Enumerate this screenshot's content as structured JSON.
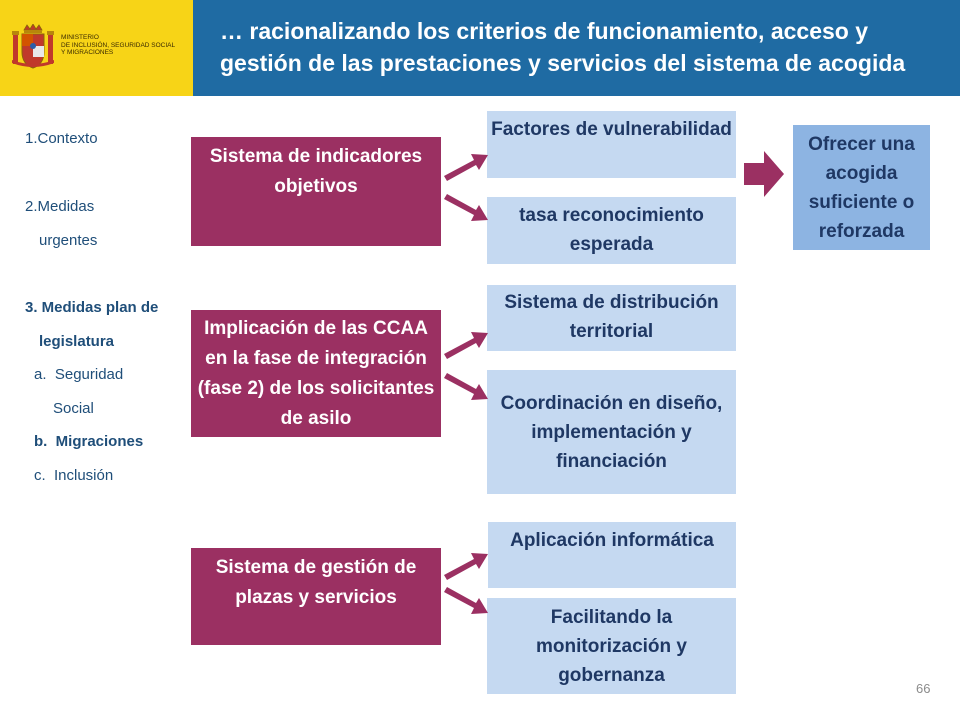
{
  "header": {
    "ministry_lines": [
      "MINISTERIO",
      "DE INCLUSIÓN, SEGURIDAD SOCIAL",
      "Y MIGRACIONES"
    ],
    "title": "… racionalizando los criterios de funcionamiento, acceso y gestión de las prestaciones y servicios del sistema de acogida",
    "colors": {
      "logo_bg": "#f7d417",
      "title_bg": "#1f6ba3"
    }
  },
  "sidebar": {
    "items": [
      {
        "label": "1.Contexto",
        "bold": false
      },
      {
        "label": "2.Medidas",
        "bold": false
      },
      {
        "label": "urgentes",
        "bold": false
      },
      {
        "label": "3. Medidas plan de",
        "bold": true
      },
      {
        "label": "legislatura",
        "bold": true
      },
      {
        "label": "a.  Seguridad",
        "bold": false
      },
      {
        "label": "Social",
        "bold": false
      },
      {
        "label": "b.  Migraciones",
        "bold": true
      },
      {
        "label": "c.  Inclusión",
        "bold": false
      }
    ]
  },
  "diagram": {
    "left_boxes": [
      "Sistema de indicadores objetivos",
      "Implicación de las CCAA en la fase de integración (fase 2) de los solicitantes de asilo",
      "Sistema de gestión de plazas y servicios"
    ],
    "right_boxes": [
      "Factores de vulnerabilidad",
      "tasa reconocimiento esperada",
      "Sistema de distribución territorial",
      "Coordinación en diseño, implementación y financiación",
      "Aplicación informática",
      "Facilitando la monitorización y gobernanza"
    ],
    "result_box": {
      "bold_word": "Ofrecer",
      "rest": " una acogida suficiente o reforzada"
    },
    "colors": {
      "purple": "#9b3062",
      "light_blue": "#c5d9f1",
      "mid_blue": "#8db4e2",
      "text_dark": "#1f3864"
    }
  },
  "footer": {
    "page_number": "66"
  }
}
